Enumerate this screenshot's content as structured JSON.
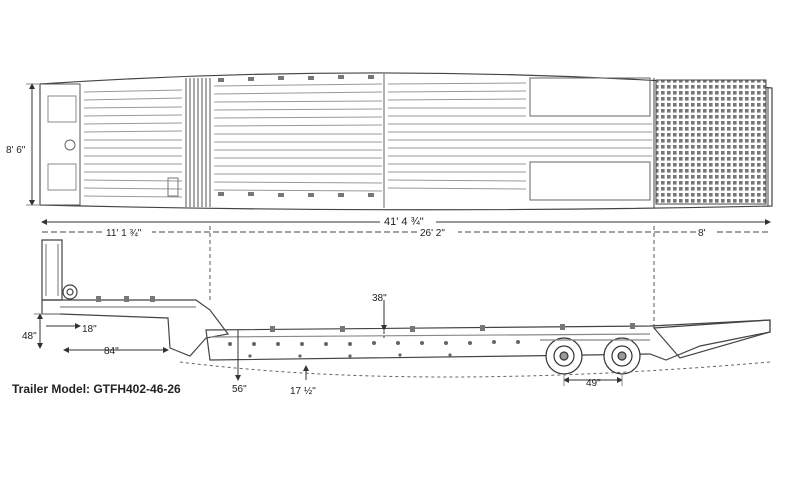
{
  "drawing": {
    "dimensions": {
      "width": "8' 6\"",
      "overall_length": "41' 4 ¾\"",
      "upper_deck_length": "11' 1 ¾\"",
      "main_deck_length": "26' 2\"",
      "beaver_tail_length": "8'",
      "deck_drop": "38\"",
      "fifth_wheel_height": "48\"",
      "kingpin_setting": "18\"",
      "swing_radius": "84\"",
      "gooseneck_height": "56\"",
      "ground_clearance": "17 ½\"",
      "axle_spread": "49\""
    },
    "model_label": "Trailer Model: GTFH402-46-26"
  }
}
